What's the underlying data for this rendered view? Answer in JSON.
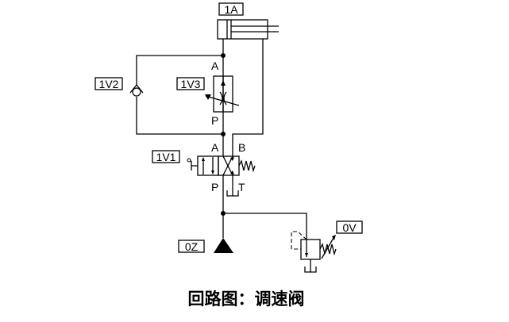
{
  "diagram": {
    "caption": "回路图：调速阀",
    "components": {
      "cylinder": {
        "tag": "1A",
        "type": "double-acting cylinder"
      },
      "check_valve": {
        "tag": "1V2",
        "type": "check valve"
      },
      "flow_control": {
        "tag": "1V3",
        "type": "adjustable flow control valve",
        "port_a": "A",
        "port_p": "P"
      },
      "directional_valve": {
        "tag": "1V1",
        "type": "4/2 way valve, manual, spring return",
        "port_a": "A",
        "port_b": "B",
        "port_p": "P",
        "port_t": "T"
      },
      "pump": {
        "tag": "0Z",
        "type": "pressure source"
      },
      "relief_valve": {
        "tag": "0V",
        "type": "pressure relief valve"
      }
    },
    "colors": {
      "line": "#000000",
      "background": "#ffffff"
    }
  }
}
